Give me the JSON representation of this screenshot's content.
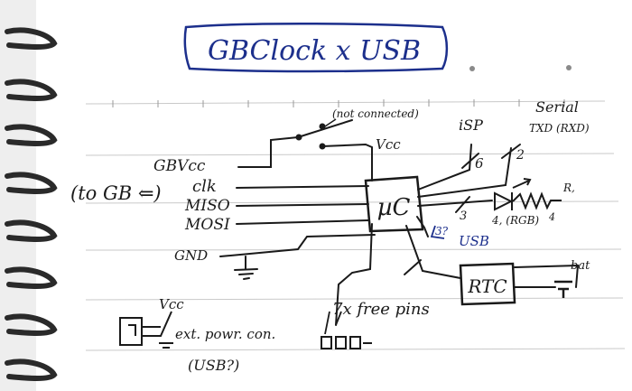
{
  "title": "GBClock x USB",
  "labels": {
    "not_connected": "(not connected)",
    "vcc": "Vcc",
    "isp": "iSP",
    "serial": "Serial",
    "txd_rxd": "TXD (RXD)",
    "gbvcc": "GBVcc",
    "to_gb": "(to GB ⇐)",
    "clk": "clk",
    "miso": "MISO",
    "mosi": "MOSI",
    "gnd": "GND",
    "uc": "µC",
    "bus6": "6",
    "bus2": "2",
    "bus3": "3",
    "led_label": "4, (RGB)",
    "led_r": "R,",
    "led_count": "4",
    "usb_bus": "3?",
    "usb": "USB",
    "rtc": "RTC",
    "bat": "bat",
    "free_pins": "7x free pins",
    "vcc_ext": "Vcc",
    "ext_power": "ext. powr. con.",
    "usb_q": "(USB?)"
  },
  "colors": {
    "ink": "#1a1a1a",
    "blue_ink": "#1c2f8c",
    "rule_line": "#c9c9c9",
    "ring": "#2a2a2a"
  }
}
